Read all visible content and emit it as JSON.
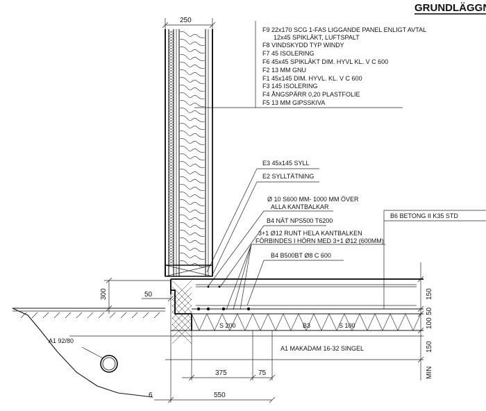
{
  "title": "GRUNDLÄGGN",
  "layer_labels": [
    "F9  22x170 SCG 1-FAS LIGGANDE PANEL ENLIGT AVTAL",
    "12x45 SPIKLÄKT, LUFTSPALT",
    "F8  VINDSKYDD TYP WINDY",
    "F7  45 ISOLERING",
    "F6  45x45 SPIKLÄKT DIM. HYVL KL. V  C 600",
    "F2  13 MM GNU",
    "F1  45x145 DIM. HYVL. KL. V  C 600",
    "F3  145 ISOLERING",
    "F4  ÅNGSPÄRR 0,20 PLASTFOLIE",
    "F5  13 MM GIPSSKIVA"
  ],
  "callouts": {
    "e3": "E3  45x145 SYLL",
    "e2": "E2  SYLLTÄTNING",
    "rebar_line1": "Ø 10  S600 MM- 1000 MM ÖVER",
    "rebar_line2": "ALLA KANTBALKAR",
    "b4_mesh": "B4  NÄT NPS500 T6200",
    "corner_line1": "3+1 Ø12 RUNT HELA KANTBALKEN",
    "corner_line2": "FÖRBINDES I HÖRN MED 3+1 Ø12 (600MM)",
    "b4_bars": "B4  B500BT  Ø8 C 600",
    "b6": "B6  BETONG II K35 STD",
    "b3": "B3",
    "s200": "S 200",
    "s100": "S 100",
    "a1_drain": "A1 92/80",
    "a1_gravel": "A1  MAKADAM 16-32 SINGEL"
  },
  "dimensions": {
    "wall_250": "250",
    "edge_300": "300",
    "step_50": "50",
    "right_150_top": "150",
    "right_50": "50",
    "right_100": "100",
    "right_150_bottom": "150",
    "right_min": "MIN",
    "bottom_375": "375",
    "bottom_75": "75",
    "bottom_6": "6",
    "bottom_550": "550"
  }
}
